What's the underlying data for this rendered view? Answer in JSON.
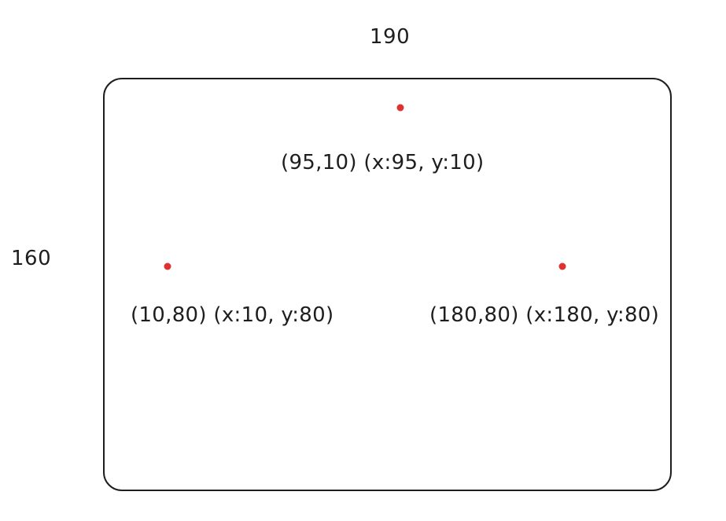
{
  "dimensions": {
    "width_label": "190",
    "height_label": "160"
  },
  "points": [
    {
      "coord": "(95,10)",
      "xy": "(x:95, y:10)",
      "color": "#e03131"
    },
    {
      "coord": "(10,80)",
      "xy": "(x:10, y:80)",
      "color": "#e03131"
    },
    {
      "coord": "(180,80)",
      "xy": "(x:180, y:80)",
      "color": "#e03131"
    }
  ]
}
